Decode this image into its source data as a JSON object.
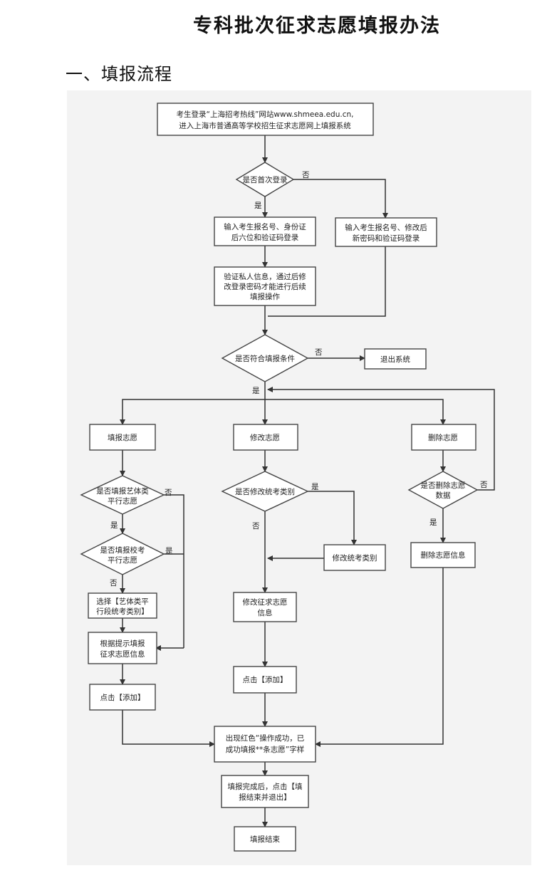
{
  "title": "专科批次征求志愿填报办法",
  "section_heading": "一、填报流程",
  "flowchart": {
    "start": [
      "考生登录“上海招考热线”网站www.shmeea.edu.cn,",
      "进入上海市普通高等学校招生征求志愿网上填报系统"
    ],
    "decision_first_login": "是否首次登录",
    "first_login_entry": [
      "输入考生报名号、身份证",
      "后六位和验证码登录"
    ],
    "repeat_login_entry": [
      "输入考生报名号、修改后",
      "新密码和验证码登录"
    ],
    "verify_info": [
      "验证私人信息，通过后修",
      "改登录密码才能进行后续",
      "填报操作"
    ],
    "decision_eligible": "是否符合填报条件",
    "exit_system": "退出系统",
    "fill_wish": "填报志愿",
    "modify_wish": "修改志愿",
    "delete_wish": "删除志愿",
    "decision_art": [
      "是否填报艺体类",
      "平行志愿"
    ],
    "decision_school_exam": [
      "是否填报校考",
      "平行志愿"
    ],
    "select_category": [
      "选择【艺体类平",
      "行段统考类别】"
    ],
    "fill_by_hint": [
      "根据提示填报",
      "征求志愿信息"
    ],
    "click_add_left": "点击【添加】",
    "decision_modify_category": "是否修改统考类别",
    "modify_category": "修改统考类别",
    "modify_info": [
      "修改征求志愿",
      "信息"
    ],
    "click_add_mid": "点击【添加】",
    "decision_delete_data": [
      "是否删除志愿",
      "数据"
    ],
    "delete_info": "删除志愿信息",
    "success_msg": [
      "出现红色“操作成功，已",
      "成功填报**条志愿”字样"
    ],
    "finish_step": [
      "填报完成后，点击【填",
      "报结束并退出】"
    ],
    "end": "填报结束",
    "label_yes": "是",
    "label_no": "否"
  }
}
